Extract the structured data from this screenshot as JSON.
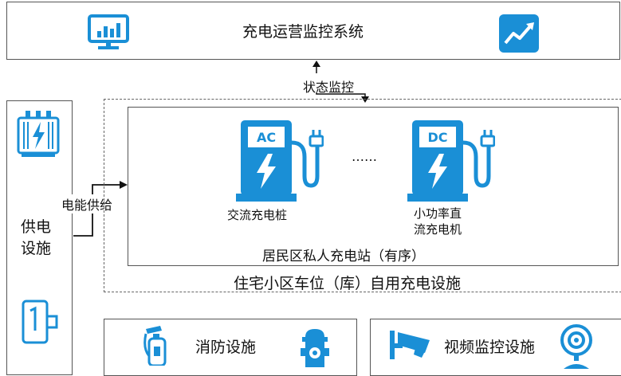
{
  "top": {
    "title": "充电运营监控系统"
  },
  "labels": {
    "status_monitor": "状态监控",
    "power_supply_flow": "电能供给",
    "ellipsis": "……"
  },
  "power": {
    "title_line1": "供电",
    "title_line2": "设施"
  },
  "station": {
    "inner_title": "居民区私人充电站（有序）",
    "outer_title": "住宅小区车位（库）自用充电设施",
    "ac_badge": "AC",
    "dc_badge": "DC",
    "ac_label": "交流充电桩",
    "dc_label_line1": "小功率直",
    "dc_label_line2": "流充电机"
  },
  "fire": {
    "title": "消防设施"
  },
  "video": {
    "title": "视频监控设施"
  },
  "colors": {
    "accent": "#1a8fd6",
    "border": "#555555"
  }
}
